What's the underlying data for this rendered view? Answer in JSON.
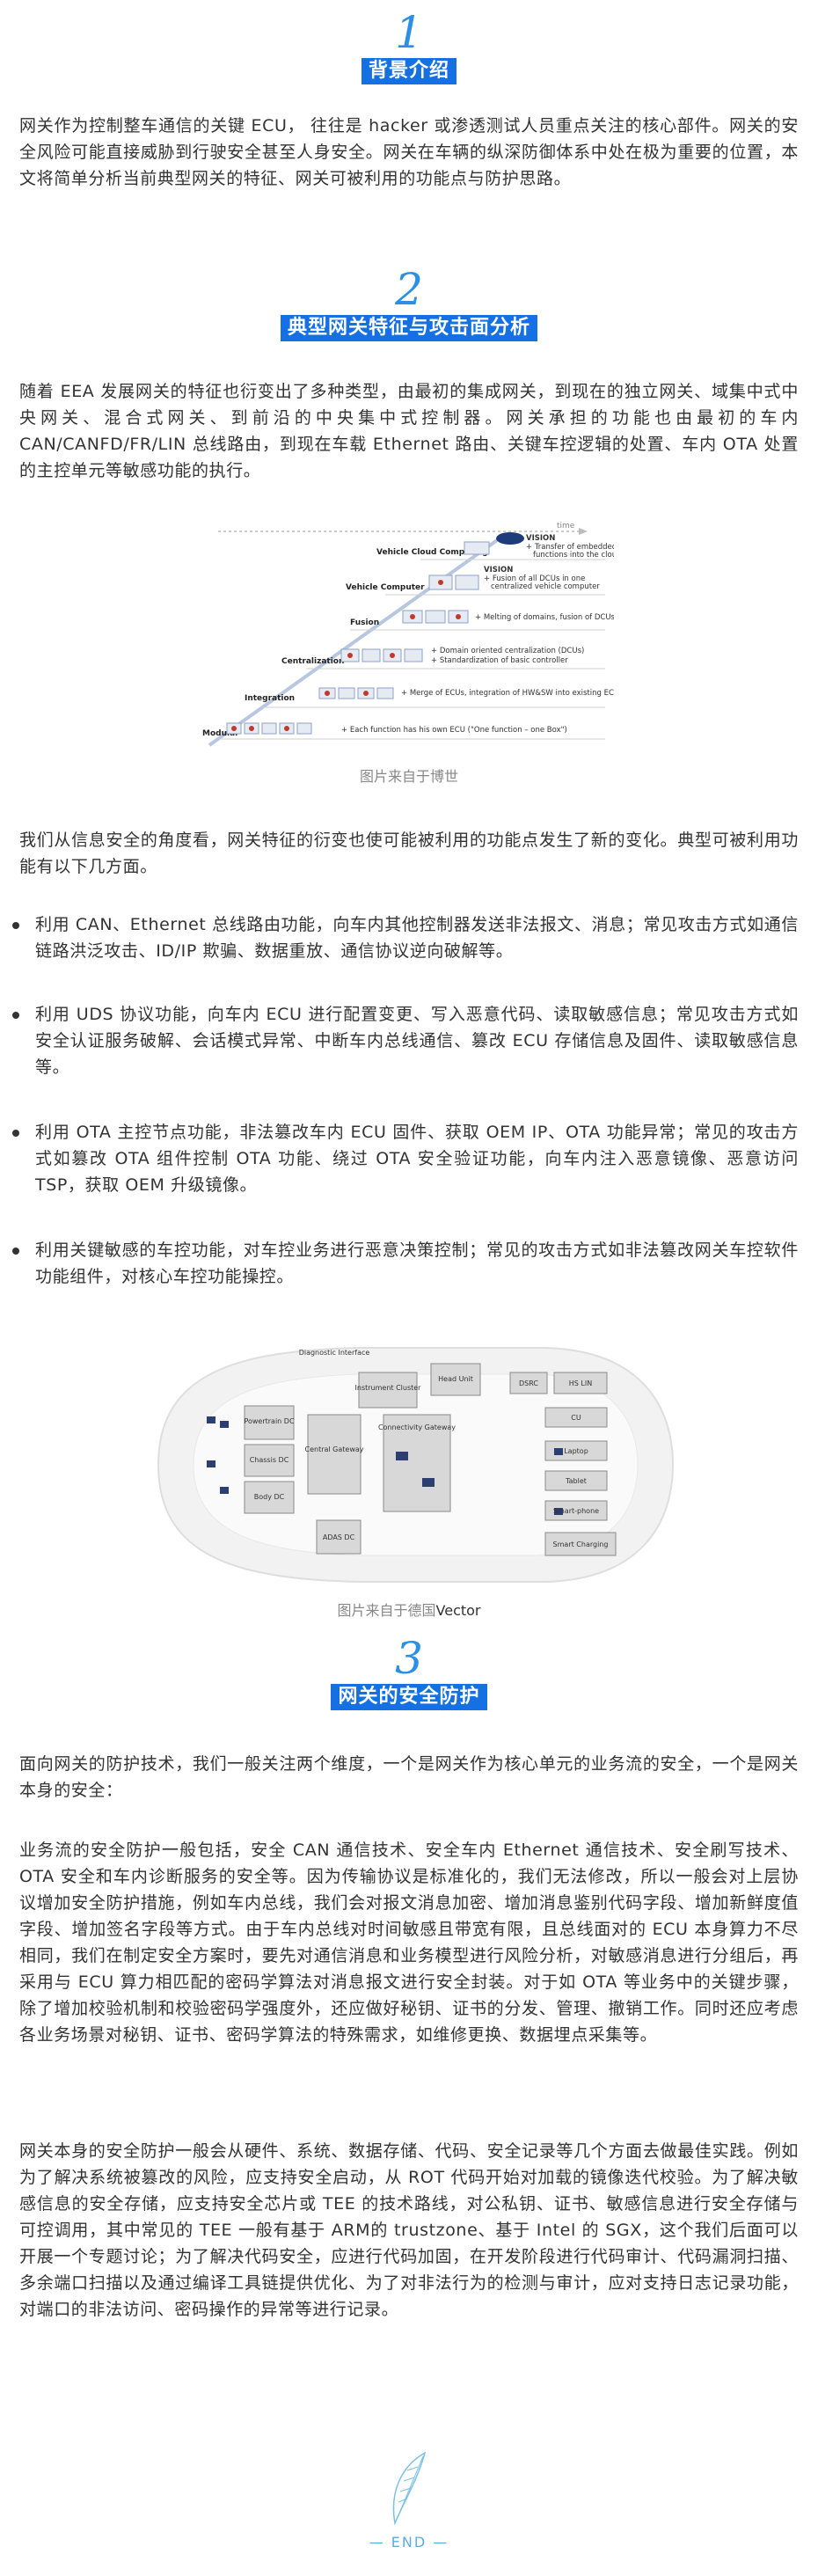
{
  "sections": [
    {
      "number": "1",
      "title": "背景介绍"
    },
    {
      "number": "2",
      "title": "典型网关特征与攻击面分析"
    },
    {
      "number": "3",
      "title": "网关的安全防护"
    }
  ],
  "paragraphs": {
    "intro": "网关作为控制整车通信的关键 ECU， 往往是 hacker 或渗透测试人员重点关注的核心部件。网关的安全风险可能直接威胁到行驶安全甚至人身安全。网关在车辆的纵深防御体系中处在极为重要的位置，本文将简单分析当前典型网关的特征、网关可被利用的功能点与防护思路。",
    "evolution": "随着 EEA 发展网关的特征也衍变出了多种类型，由最初的集成网关，到现在的独立网关、域集中式中央网关、混合式网关、到前沿的中央集中式控制器。网关承担的功能也由最初的车内 CAN/CANFD/FR/LIN 总线路由，到现在车载 Ethernet 路由、关键车控逻辑的处置、车内 OTA 处置的主控单元等敏感功能的执行。",
    "security_view": "我们从信息安全的角度看，网关特征的衍变也使可能被利用的功能点发生了新的变化。典型可被利用功能有以下几方面。",
    "protection_intro": "面向网关的防护技术，我们一般关注两个维度，一个是网关作为核心单元的业务流的安全，一个是网关本身的安全：",
    "business_protection": "业务流的安全防护一般包括，安全 CAN 通信技术、安全车内 Ethernet 通信技术、安全刷写技术、OTA 安全和车内诊断服务的安全等。因为传输协议是标准化的，我们无法修改，所以一般会对上层协议增加安全防护措施，例如车内总线，我们会对报文消息加密、增加消息鉴别代码字段、增加新鲜度值字段、增加签名字段等方式。由于车内总线对时间敏感且带宽有限，且总线面对的 ECU 本身算力不尽相同，我们在制定安全方案时，要先对通信消息和业务模型进行风险分析，对敏感消息进行分组后，再采用与 ECU 算力相匹配的密码学算法对消息报文进行安全封装。对于如 OTA 等业务中的关键步骤，除了增加校验机制和校验密码学强度外，还应做好秘钥、证书的分发、管理、撤销工作。同时还应考虑各业务场景对秘钥、证书、密码学算法的特殊需求，如维修更换、数据埋点采集等。",
    "self_protection": "网关本身的安全防护一般会从硬件、系统、数据存储、代码、安全记录等几个方面去做最佳实践。例如为了解决系统被篡改的风险，应支持安全启动，从 ROT 代码开始对加载的镜像迭代校验。为了解决敏感信息的安全存储，应支持安全芯片或 TEE 的技术路线，对公私钥、证书、敏感信息进行安全存储与可控调用，其中常见的 TEE 一般有基于 ARM的 trustzone、基于 Intel 的 SGX，这个我们后面可以开展一个专题讨论；为了解决代码安全，应进行代码加固，在开发阶段进行代码审计、代码漏洞扫描、多余端口扫描以及通过编译工具链提供优化、为了对非法行为的检测与审计，应对支持日志记录功能，对端口的非法访问、密码操作的异常等进行记录。"
  },
  "bullets": [
    "利用 CAN、Ethernet 总线路由功能，向车内其他控制器发送非法报文、消息；常见攻击方式如通信链路洪泛攻击、ID/IP 欺骗、数据重放、通信协议逆向破解等。",
    "利用 UDS 协议功能，向车内 ECU 进行配置变更、写入恶意代码、读取敏感信息；常见攻击方式如安全认证服务破解、会话模式异常、中断车内总线通信、篡改 ECU 存储信息及固件、读取敏感信息等。",
    "利用 OTA 主控节点功能，非法篡改车内 ECU 固件、获取 OEM IP、OTA 功能异常；常见的攻击方式如篡改 OTA 组件控制 OTA 功能、绕过 OTA 安全验证功能，向车内注入恶意镜像、恶意访问 TSP，获取 OEM 升级镜像。",
    "利用关键敏感的车控功能，对车控业务进行恶意决策控制；常见的攻击方式如非法篡改网关车控软件功能组件，对核心车控功能操控。"
  ],
  "figure1": {
    "caption": "图片来自于博世",
    "time_label": "time",
    "levels": [
      "Modular",
      "Integration",
      "Centralization",
      "Fusion",
      "Vehicle Computer",
      "Vehicle Cloud Computing"
    ],
    "notes": [
      "+ Each function has his own ECU (\"One function – one Box\")",
      "+ Merge of ECUs, integration of HW&SW into existing ECUs",
      "+ Domain oriented centralization (DCUs)",
      "+ Standardization of basic controller",
      "+ Melting of domains, fusion of DCUs",
      "VISION",
      "+ Fusion of all DCUs in one",
      "centralized vehicle computer",
      "VISION",
      "+ Transfer of embedded",
      "functions into the cloud"
    ]
  },
  "figure2": {
    "caption_prefix": "图片来自于德国",
    "caption_suffix": "Vector",
    "boxes": [
      "Diagnostic Interface",
      "Instrument Cluster",
      "Head Unit",
      "DSRC",
      "HS LIN",
      "Powertrain DC",
      "Central Gateway",
      "Connectivity Gateway",
      "Chassis DC",
      "Body DC",
      "ADAS DC",
      "CU",
      "Laptop",
      "Tablet",
      "Smart-phone",
      "Smart Charging"
    ]
  },
  "end": {
    "text": "— END —"
  },
  "colors": {
    "accent": "#1570e3",
    "number": "#2b8fe6",
    "text": "#333333",
    "caption": "#888888"
  }
}
